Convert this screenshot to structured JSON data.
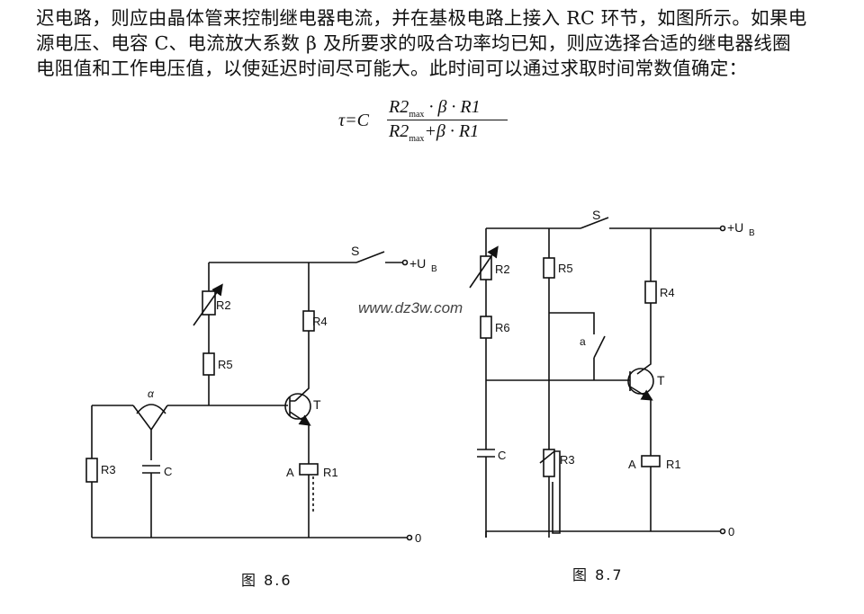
{
  "paragraph": {
    "line1": "迟电路，则应由晶体管来控制继电器电流，并在基极电路上接入 RC 环节，如图所示。如果电",
    "line2": "源电压、电容 C、电流放大系数 β 及所要求的吸合功率均已知，则应选择合适的继电器线圈",
    "line3": "电阻值和工作电压值，以使延迟时间尽可能大。此时间可以通过求取时间常数值确定："
  },
  "formula": {
    "lhs": "τ=C",
    "num_a": "R2",
    "num_sub": "max",
    "num_b": " · β · R1",
    "den_a": "R2",
    "den_sub": "max",
    "den_b": "+β · R1"
  },
  "watermark": "www.dz3w.com",
  "fig6": {
    "caption": "图 8.6",
    "labels": {
      "s": "S",
      "ub": "+U",
      "ub_sub": "B",
      "r2": "R2",
      "r5": "R5",
      "r4": "R4",
      "t": "T",
      "alpha": "α",
      "r3": "R3",
      "c": "C",
      "a": "A",
      "r1": "R1",
      "zero": "0"
    }
  },
  "fig7": {
    "caption": "图 8.7",
    "labels": {
      "s": "S",
      "ub": "+U",
      "ub_sub": "B",
      "r2": "R2",
      "r5": "R5",
      "r4": "R4",
      "r6": "R6",
      "a_switch": "a",
      "t": "T",
      "c": "C",
      "r3": "R3",
      "a": "A",
      "r1": "R1",
      "zero": "0"
    }
  }
}
